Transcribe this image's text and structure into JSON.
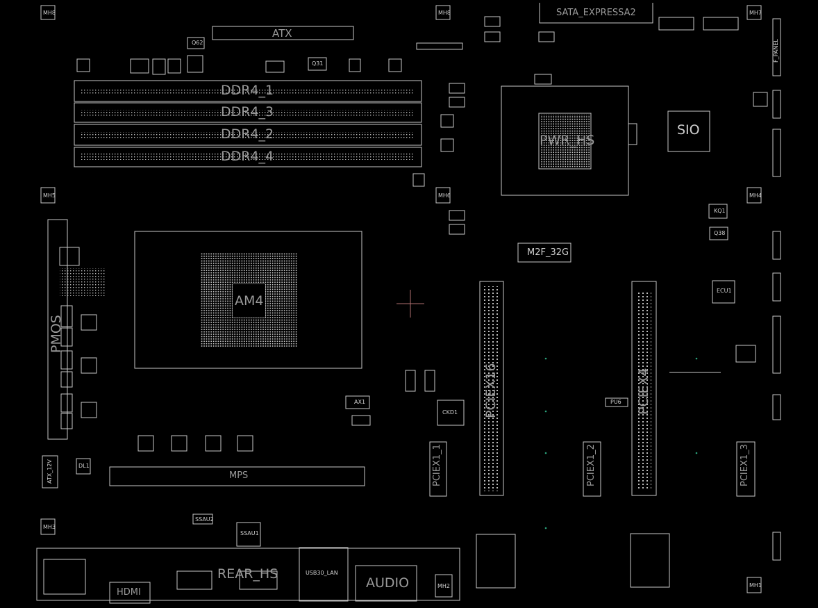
{
  "labels": {
    "sata_expressa2": "SATA_EXPRESSA2",
    "atx": "ATX",
    "ddr4_1": "DDR4_1",
    "ddr4_3": "DDR4_3",
    "ddr4_2": "DDR4_2",
    "ddr4_4": "DDR4_4",
    "pwr_hs": "PWR_HS",
    "sio": "SIO",
    "m2f_32g": "M2F_32G",
    "cpu": "AM4",
    "pciex16": "PCIEX16",
    "pciex4": "PCIEX4",
    "pciex1_1": "PCIEX1_1",
    "pciex1_2": "PCIEX1_2",
    "pciex1_3": "PCIEX1_3",
    "pwr_mos": "PMOS",
    "rear_hs": "REAR_HS",
    "hdmi": "HDMI",
    "audio": "AUDIO",
    "usb30_lan": "USB30_LAN",
    "mps": "MPS",
    "atx_12v": "ATX_12V",
    "f_panel": "F_PANEL",
    "ssau1": "SSAU1",
    "ssau2": "SSAU2",
    "ax1": "AX1",
    "ckd1": "CKD1",
    "ecu1": "ECU1",
    "kq1": "KQ1",
    "q38": "Q38",
    "q31": "Q31",
    "q62": "Q62",
    "pu6": "PU6",
    "dl1": "DL1",
    "mh_labels": [
      "MH8",
      "MH8",
      "MH7",
      "MH5",
      "MH4",
      "MH3",
      "MH1",
      "MH2",
      "MH6"
    ]
  },
  "colors": {
    "background": "#000000",
    "trace": "#c8c8c8",
    "label": "#9a9a9a",
    "cursor": "#b07070",
    "dot": "#2aa17a"
  }
}
